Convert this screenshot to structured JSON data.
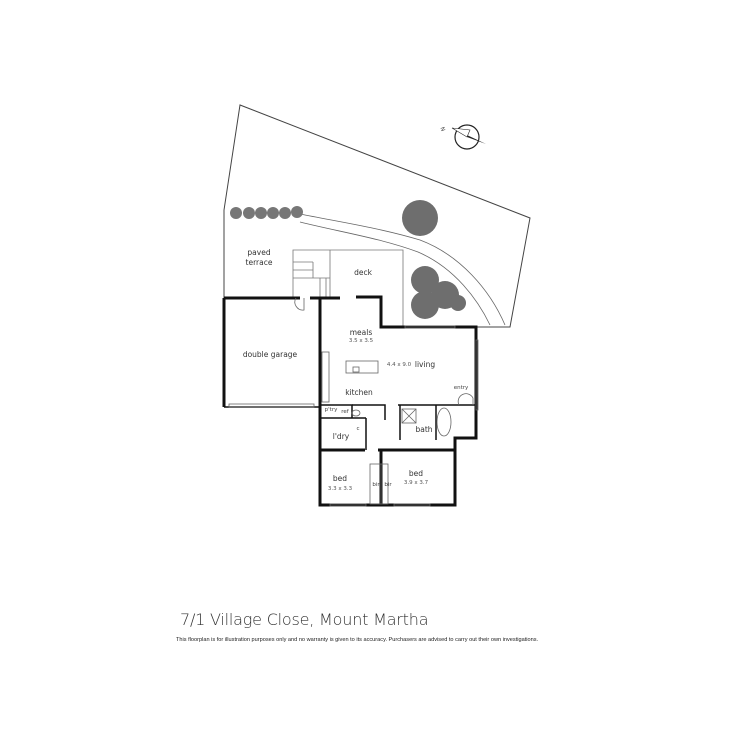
{
  "title": "7/1 Village Close, Mount Martha",
  "disclaimer": "This floorplan is for illustration purposes only and no warranty is given to its accuracy. Purchasers are advised to carry out their own investigations.",
  "rooms": {
    "paved_terrace_1": "paved",
    "paved_terrace_2": "terrace",
    "deck": "deck",
    "meals": "meals",
    "meals_dim": "3.5 x 3.5",
    "double_garage": "double garage",
    "living_dim": "4.4 x 9.0",
    "living": "living",
    "kitchen": "kitchen",
    "entry": "entry",
    "pantry": "p'try",
    "ref": "ref",
    "laundry": "l'dry",
    "cupboard": "c",
    "bath": "bath",
    "bed1": "bed",
    "bed1_dim": "3.3 x 3.3",
    "bir1": "bir",
    "bir2": "bir",
    "bed2": "bed",
    "bed2_dim": "3.9 x 3.7"
  },
  "compass": {
    "icon": "north-arrow-icon",
    "label": "N"
  },
  "colors": {
    "walls": "#111111",
    "trees": "#6e6e6e",
    "lines": "#555555"
  }
}
